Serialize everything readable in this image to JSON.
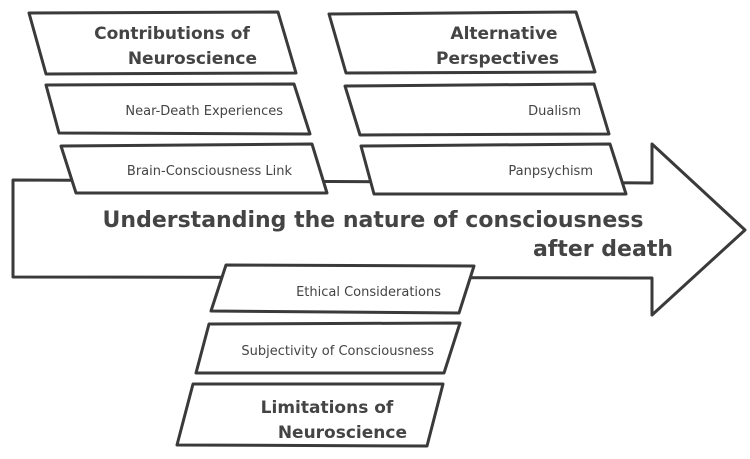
{
  "diagram": {
    "main": {
      "line1": "Understanding the nature of consciousness",
      "line2": "after death"
    },
    "contributions": {
      "heading_line1": "Contributions of",
      "heading_line2": "Neuroscience",
      "items": [
        "Near-Death Experiences",
        "Brain-Consciousness Link"
      ]
    },
    "alternatives": {
      "heading_line1": "Alternative",
      "heading_line2": "Perspectives",
      "items": [
        "Dualism",
        "Panpsychism"
      ]
    },
    "limitations": {
      "heading_line1": "Limitations of",
      "heading_line2": "Neuroscience",
      "items": [
        "Ethical Considerations",
        "Subjectivity of Consciousness"
      ]
    }
  }
}
